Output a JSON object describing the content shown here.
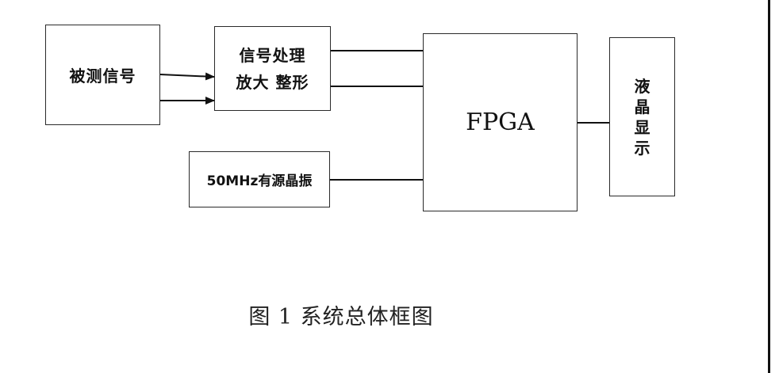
{
  "diagram": {
    "signal_box": {
      "label": "被测信号"
    },
    "process_box": {
      "line1": "信号处理",
      "line2": "放大 整形"
    },
    "osc_box": {
      "label": "50MHz有源晶振"
    },
    "fpga_box": {
      "label": "FPGA"
    },
    "lcd_box": {
      "chars": [
        "液",
        "晶",
        "显",
        "示"
      ]
    },
    "caption": "图 1  系统总体框图"
  }
}
